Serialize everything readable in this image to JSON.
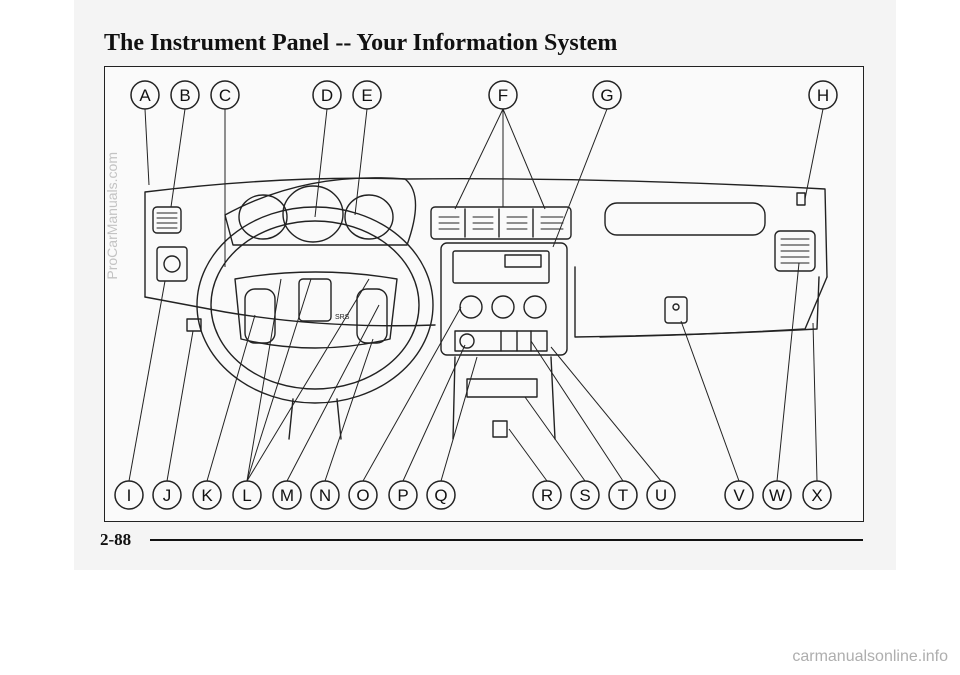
{
  "page": {
    "title": "The Instrument Panel -- Your Information System",
    "page_number": "2-88"
  },
  "figure": {
    "top_callouts": [
      "A",
      "B",
      "C",
      "D",
      "E",
      "F",
      "G",
      "H"
    ],
    "bottom_callouts": [
      "I",
      "J",
      "K",
      "L",
      "M",
      "N",
      "O",
      "P",
      "Q",
      "R",
      "S",
      "T",
      "U",
      "V",
      "W",
      "X"
    ],
    "steering_wheel_label": "SRS"
  },
  "watermarks": {
    "side": "ProCarManuals.com",
    "bottom": "carmanualsonline.info"
  }
}
